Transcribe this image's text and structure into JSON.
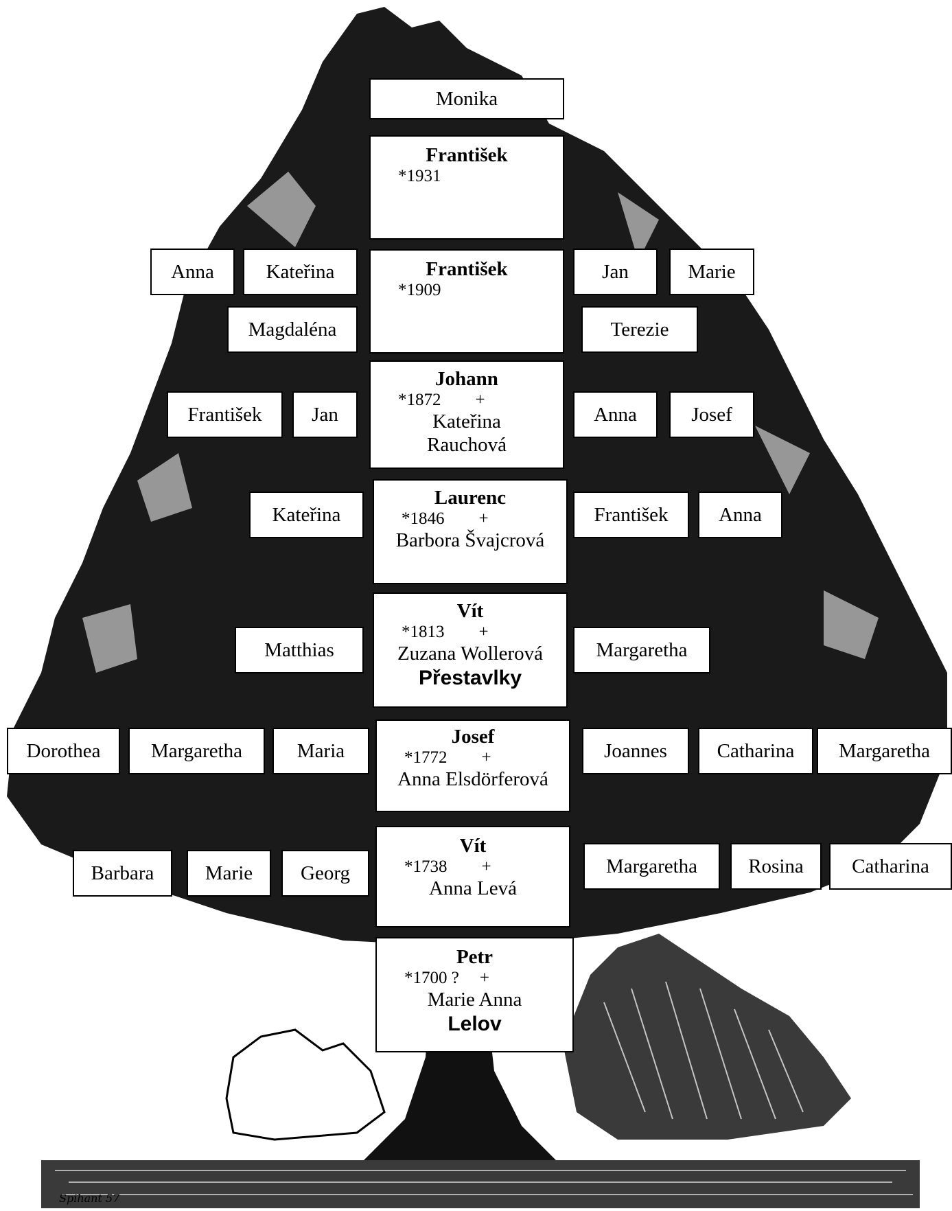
{
  "tree": {
    "signature": "Spihant 57",
    "trunk": [
      {
        "name": "Monika",
        "year": "",
        "spouse": [],
        "place": ""
      },
      {
        "name": "František",
        "year": "*1931",
        "spouse": [],
        "place": ""
      },
      {
        "name": "František",
        "year": "*1909",
        "spouse": [],
        "place": ""
      },
      {
        "name": "Johann",
        "year": "*1872",
        "spouse": [
          "Kateřina",
          "Rauchová"
        ],
        "place": ""
      },
      {
        "name": "Laurenc",
        "year": "*1846",
        "spouse": [
          "Barbora Švajcrová"
        ],
        "place": ""
      },
      {
        "name": "Vít",
        "year": "*1813",
        "spouse": [
          "Zuzana Wollerová"
        ],
        "place": "Přestavlky"
      },
      {
        "name": "Josef",
        "year": "*1772",
        "spouse": [
          "Anna Elsdörferová"
        ],
        "place": ""
      },
      {
        "name": "Vít",
        "year": "*1738",
        "spouse": [
          "Anna Levá"
        ],
        "place": ""
      },
      {
        "name": "Petr",
        "year": "*1700 ?",
        "spouse": [
          "Marie Anna"
        ],
        "place": "Lelov"
      }
    ],
    "plus_sign": "+",
    "siblings": [
      "Anna",
      "Kateřina",
      "Jan",
      "Marie",
      "Magdaléna",
      "Terezie",
      "František",
      "Jan",
      "Anna",
      "Josef",
      "Kateřina",
      "František",
      "Anna",
      "Matthias",
      "Margaretha",
      "Dorothea",
      "Margaretha",
      "Maria",
      "Joannes",
      "Catharina",
      "Margaretha",
      "Barbara",
      "Marie",
      "Georg",
      "Margaretha",
      "Rosina",
      "Catharina"
    ]
  }
}
